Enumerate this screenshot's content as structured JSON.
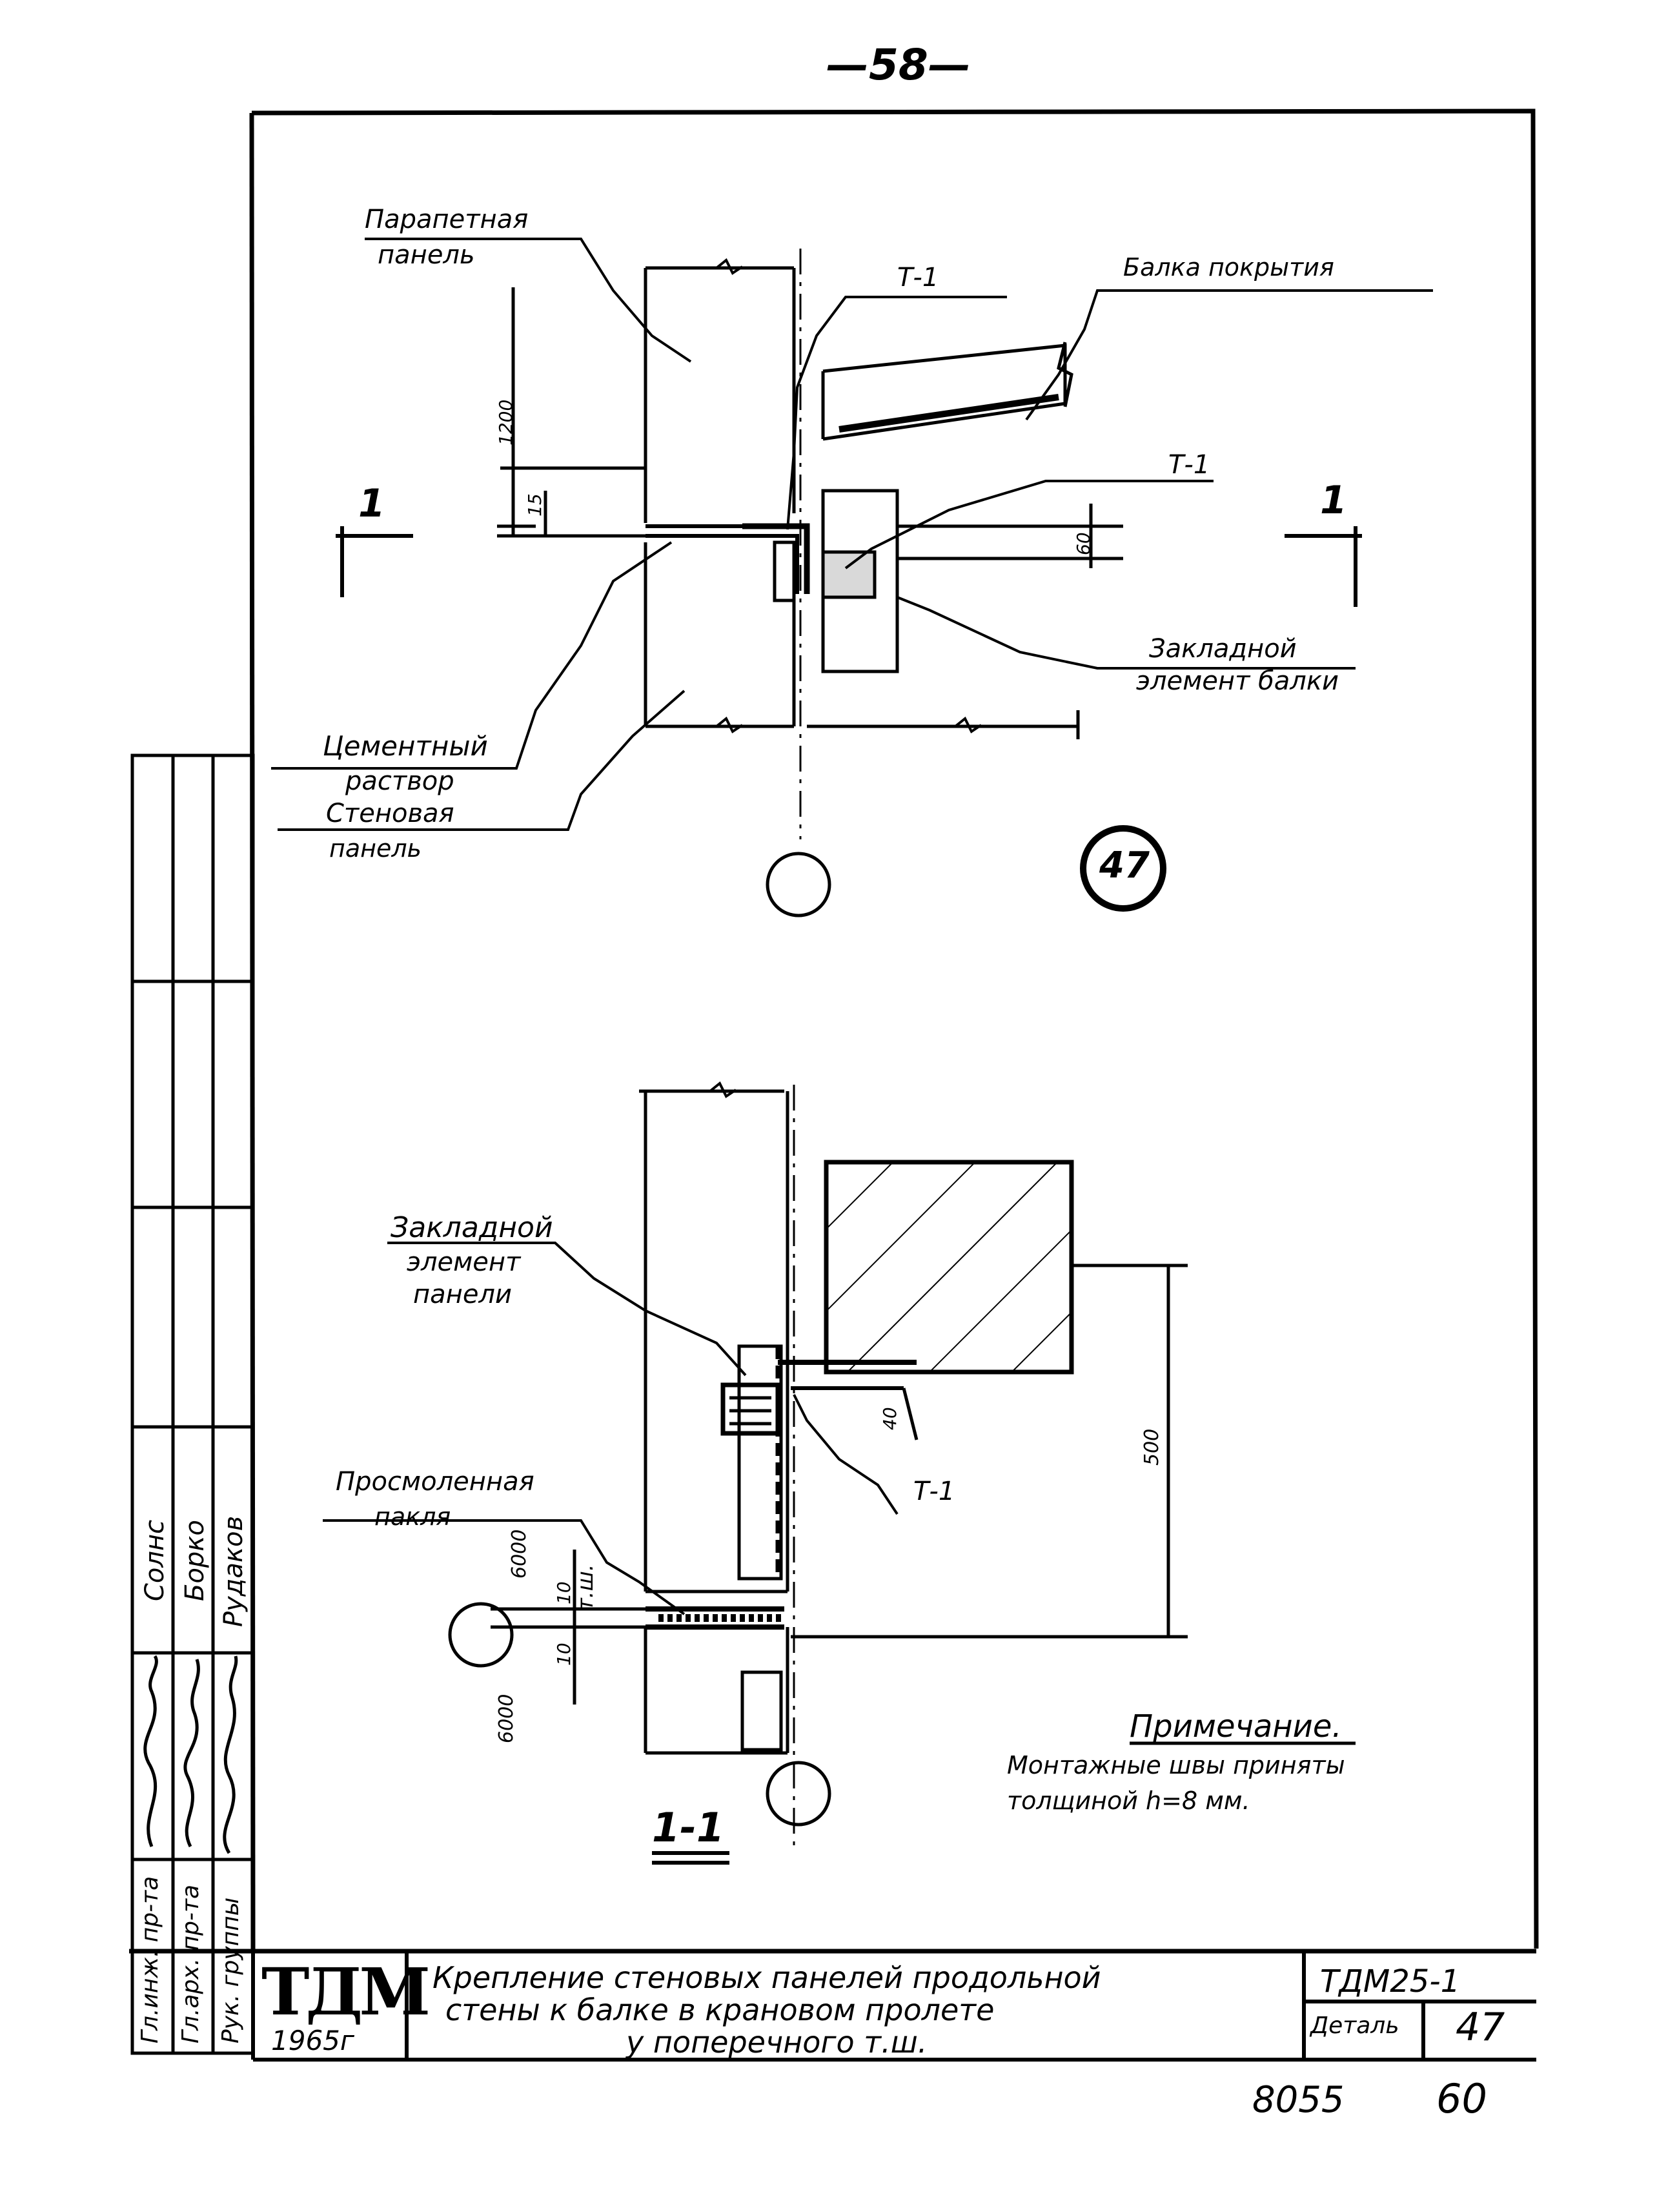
{
  "page_number": "—58—",
  "detail_number": "47",
  "labels": {
    "parapet_panel_l1": "Парапетная",
    "parapet_panel_l2": "панель",
    "roof_beam": "Балка покрытия",
    "t1_a": "Т-1",
    "t1_b": "Т-1",
    "t1_c": "Т-1",
    "embedded_beam_l1": "Закладной",
    "embedded_beam_l2": "элемент балки",
    "cement_l1": "Цементный",
    "cement_l2": "раствор",
    "wall_panel_l1": "Стеновая",
    "wall_panel_l2": "панель",
    "embedded_panel_l1": "Закладной",
    "embedded_panel_l2": "элемент",
    "embedded_panel_l3": "панели",
    "tarred_l1": "Просмоленная",
    "tarred_l2": "пакля",
    "section_left": "1",
    "section_right": "1",
    "section_title": "1-1",
    "tsh": "т.ш."
  },
  "dimensions": {
    "d1200": "1200",
    "d15": "15",
    "d60": "60",
    "d500": "500",
    "d40": "40",
    "d6000_top": "6000",
    "d6000_bottom": "6000",
    "d10_top": "10",
    "d10_bottom": "10"
  },
  "note": {
    "title": "Примечание.",
    "line1": "Монтажные швы приняты",
    "line2": "толщиной  h=8 мм."
  },
  "title_block": {
    "logo": "ТДМ",
    "year": "1965г",
    "title_l1": "Крепление стеновых панелей продольной",
    "title_l2": "стены к балке в крановом пролете",
    "title_l3": "у поперечного т.ш.",
    "code": "ТДМ25-1",
    "detail_label": "Деталь",
    "detail_num": "47"
  },
  "side_stamp": {
    "role1": "Гл.инж. пр-та",
    "role2": "Гл.арх. пр-та",
    "role3": "Рук. группы",
    "name1": "Солнс",
    "name2": "Борко",
    "name3": "Рудаков"
  },
  "footer": {
    "num1": "8055",
    "num2": "60"
  }
}
